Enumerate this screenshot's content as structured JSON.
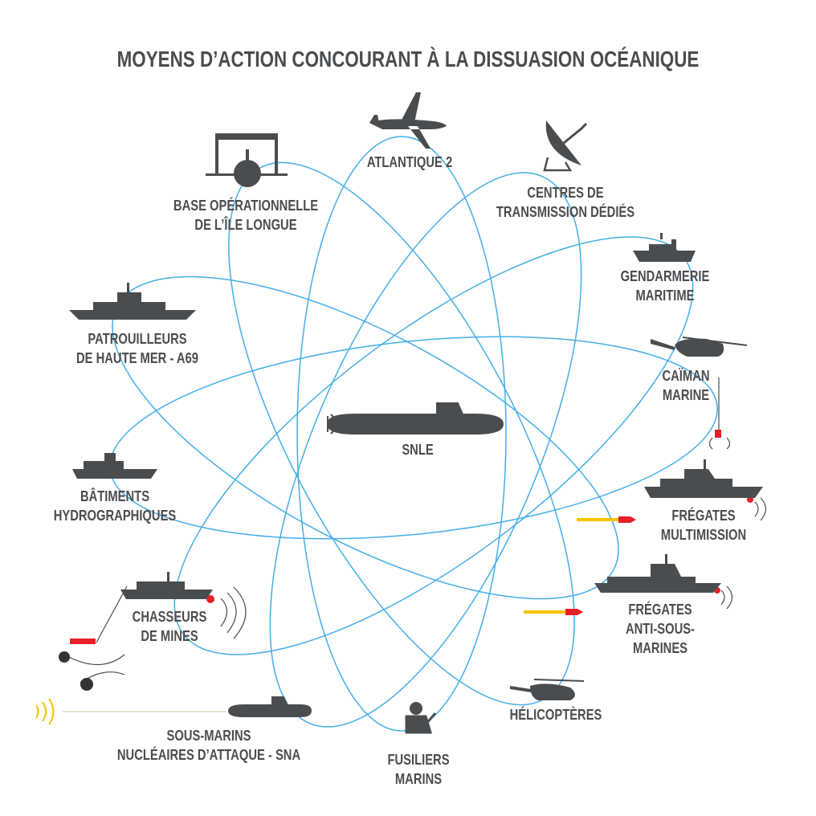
{
  "title": "MOYENS D’ACTION  CONCOURANT À LA DISSUASION OCÉANIQUE",
  "colors": {
    "orbit": "#45aee8",
    "icon": "#4a4d50",
    "accent_red": "#e8202a",
    "accent_yellow": "#f5c400"
  },
  "center": {
    "label": "SNLE",
    "icon": "submarine-icon"
  },
  "nodes": [
    {
      "id": "base",
      "lines": [
        "BASE OPÉRATIONNELLE",
        "DE L’ÎLE LONGUE"
      ],
      "icon": "base-icon"
    },
    {
      "id": "atlantique",
      "lines": [
        "ATLANTIQUE 2"
      ],
      "icon": "aircraft-icon"
    },
    {
      "id": "centres",
      "lines": [
        "CENTRES DE",
        "TRANSMISSION DÉDIÉS"
      ],
      "icon": "satellite-dish-icon"
    },
    {
      "id": "gendarmerie",
      "lines": [
        "GENDARMERIE",
        "MARITIME"
      ],
      "icon": "patrol-boat-icon"
    },
    {
      "id": "caiman",
      "lines": [
        "CAÏMAN",
        "MARINE"
      ],
      "icon": "helicopter-icon"
    },
    {
      "id": "fregates_multi",
      "lines": [
        "FRÉGATES",
        "MULTIMISSION"
      ],
      "icon": "frigate-icon"
    },
    {
      "id": "fregates_asm",
      "lines": [
        "FRÉGATES",
        "ANTI-SOUS-",
        "MARINES"
      ],
      "icon": "frigate-icon"
    },
    {
      "id": "helicopteres",
      "lines": [
        "HÉLICOPTÈRES"
      ],
      "icon": "helicopter-icon"
    },
    {
      "id": "fusiliers",
      "lines": [
        "FUSILIERS",
        "MARINS"
      ],
      "icon": "soldier-icon"
    },
    {
      "id": "sna",
      "lines": [
        "SOUS-MARINS",
        "NUCLÉAIRES D’ATTAQUE - SNA"
      ],
      "icon": "submarine-icon"
    },
    {
      "id": "chasseurs",
      "lines": [
        "CHASSEURS",
        "DE MINES"
      ],
      "icon": "minehunter-icon"
    },
    {
      "id": "hydro",
      "lines": [
        "BÂTIMENTS",
        "HYDROGRAPHIQUES"
      ],
      "icon": "survey-ship-icon"
    },
    {
      "id": "patrouilleurs",
      "lines": [
        "PATROUILLEURS",
        "DE HAUTE MER - A69"
      ],
      "icon": "patrol-ship-icon"
    }
  ]
}
